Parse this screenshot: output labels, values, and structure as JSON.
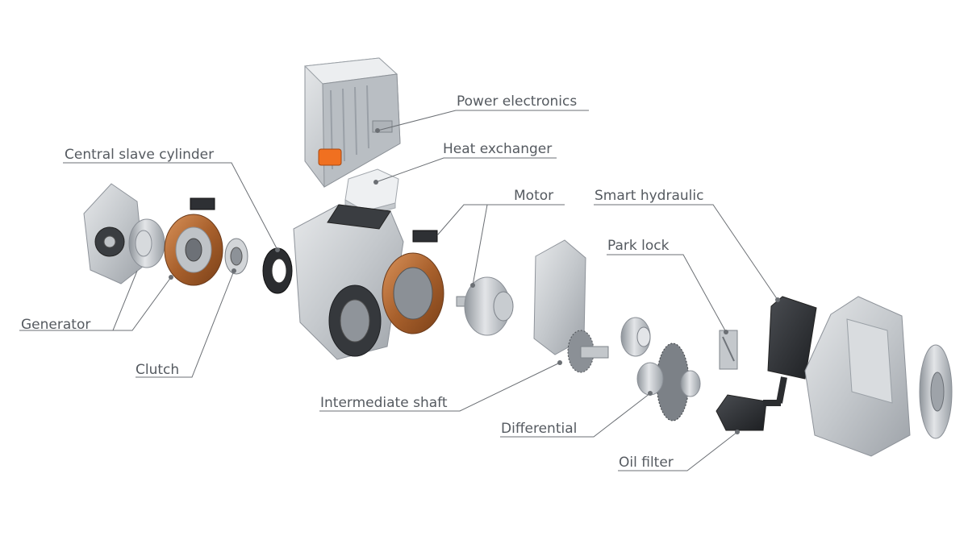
{
  "labels": {
    "power_electronics": "Power electronics",
    "heat_exchanger": "Heat exchanger",
    "central_slave_cylinder": "Central slave cylinder",
    "motor": "Motor",
    "smart_hydraulic": "Smart hydraulic",
    "park_lock": "Park lock",
    "generator": "Generator",
    "clutch": "Clutch",
    "intermediate_shaft": "Intermediate shaft",
    "differential": "Differential",
    "oil_filter": "Oil filter"
  },
  "colors": {
    "label_text": "#555a60",
    "leader_line": "#6b6f74",
    "metal": "#c9ccd0",
    "copper": "#b87333",
    "connector_orange": "#f07020",
    "dark_part": "#2b2d30"
  }
}
